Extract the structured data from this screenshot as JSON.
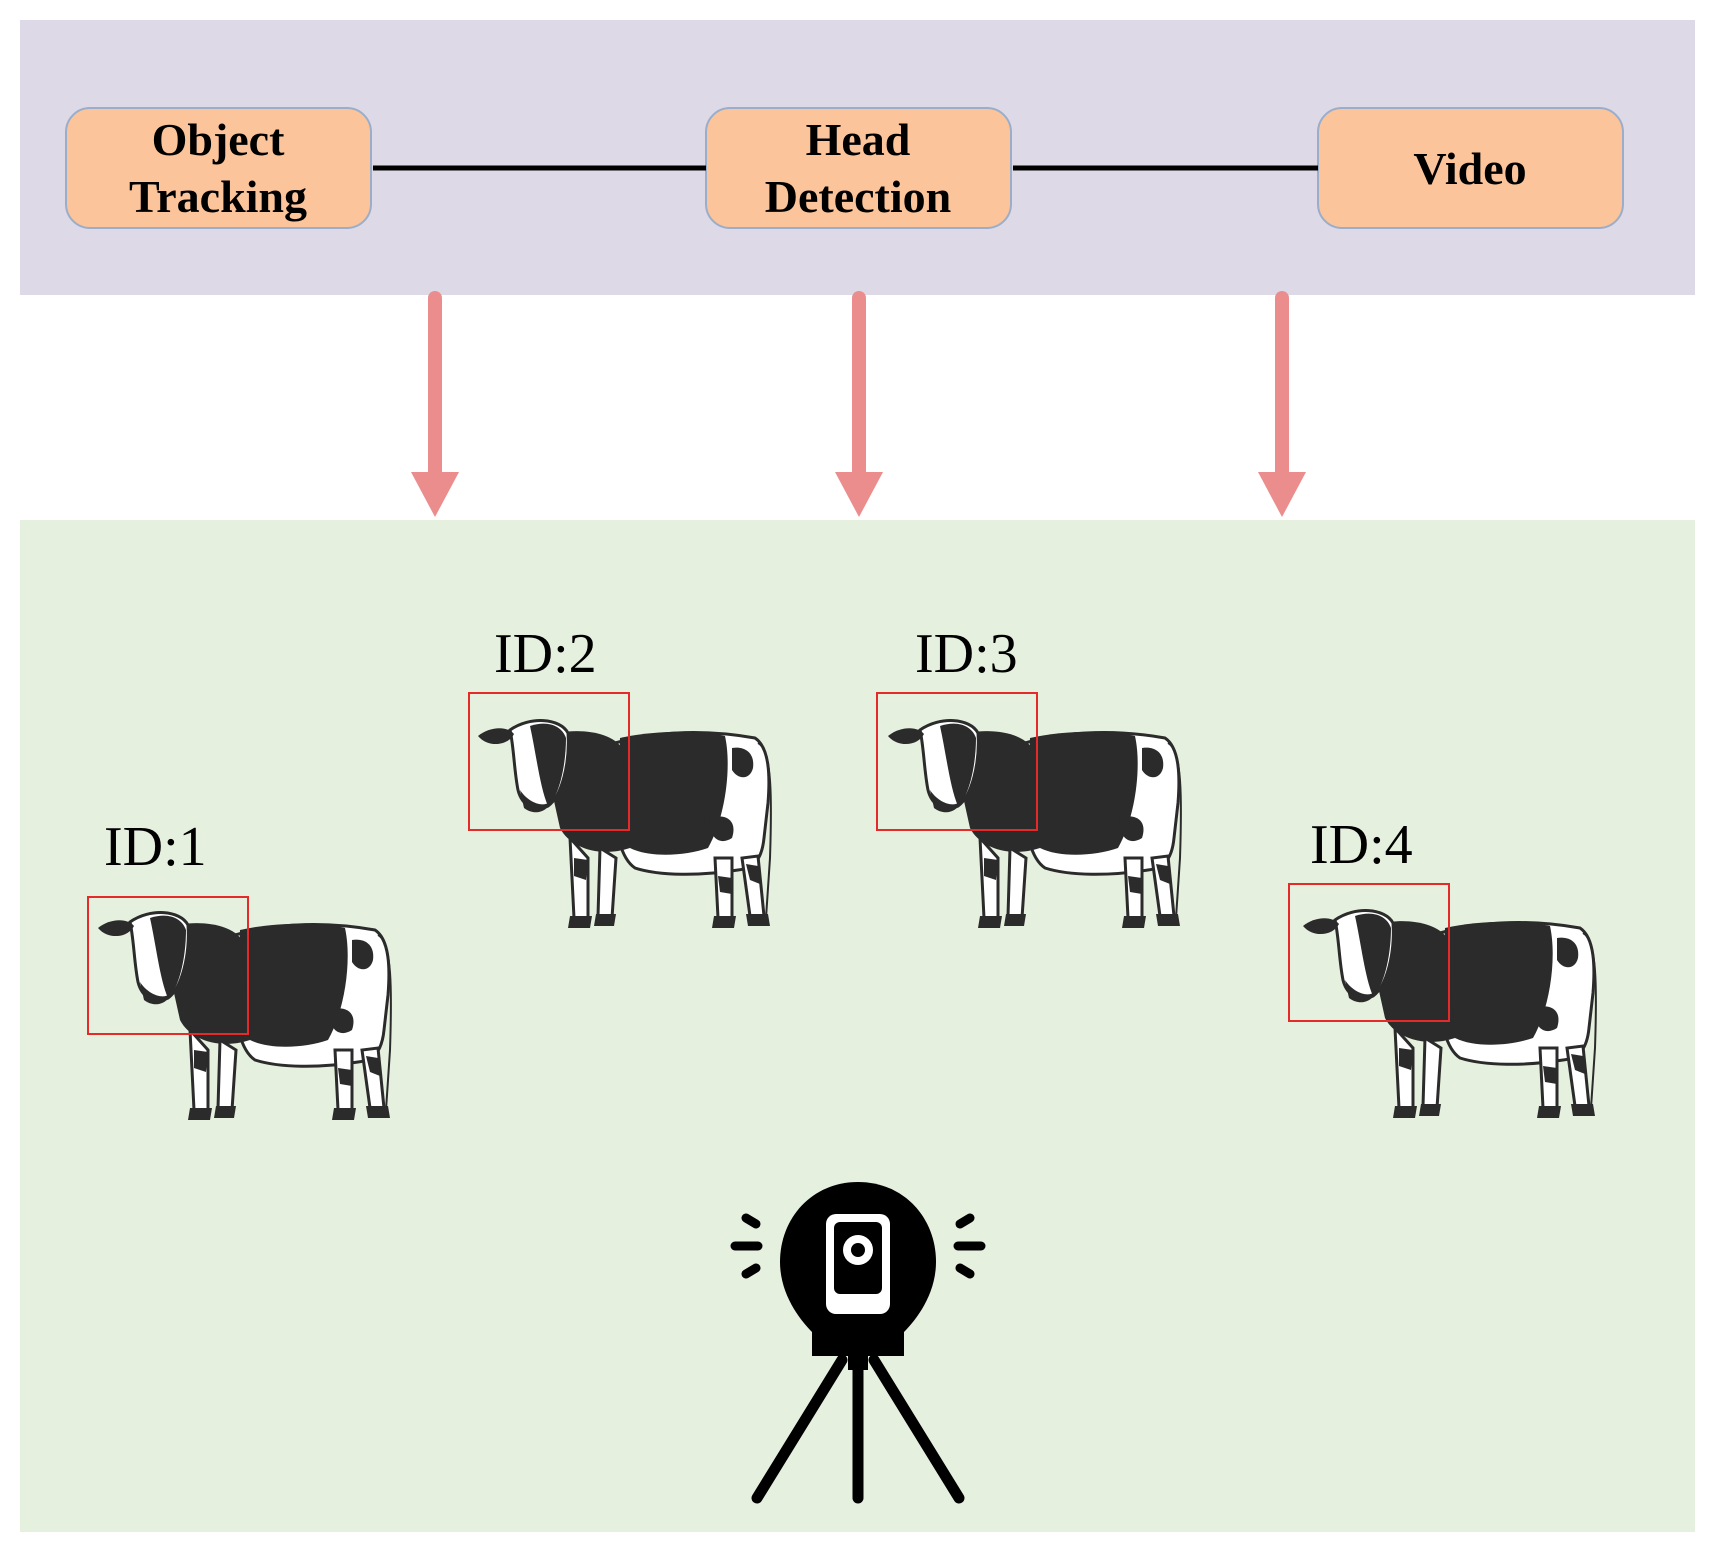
{
  "colors": {
    "pipeline_bg": "#ded9e6",
    "scene_bg": "#e6f0df",
    "node_fill": "#fcc49a",
    "node_stroke": "#9aaecc",
    "flow_arrow": "#000000",
    "down_arrow": "#eb8d8d",
    "bbox": "#e52a2a",
    "cow": "#2b2b2b"
  },
  "pipeline": {
    "nodes": [
      {
        "line1": "Object",
        "line2": "Tracking"
      },
      {
        "line1": "Head",
        "line2": "Detection"
      },
      {
        "line1": "Video"
      }
    ]
  },
  "scene": {
    "cows": [
      {
        "id_label": "ID:1",
        "icon": "cow-icon"
      },
      {
        "id_label": "ID:2",
        "icon": "cow-icon"
      },
      {
        "id_label": "ID:3",
        "icon": "cow-icon"
      },
      {
        "id_label": "ID:4",
        "icon": "cow-icon"
      }
    ],
    "camera_icon": "camera-on-tripod-icon"
  }
}
